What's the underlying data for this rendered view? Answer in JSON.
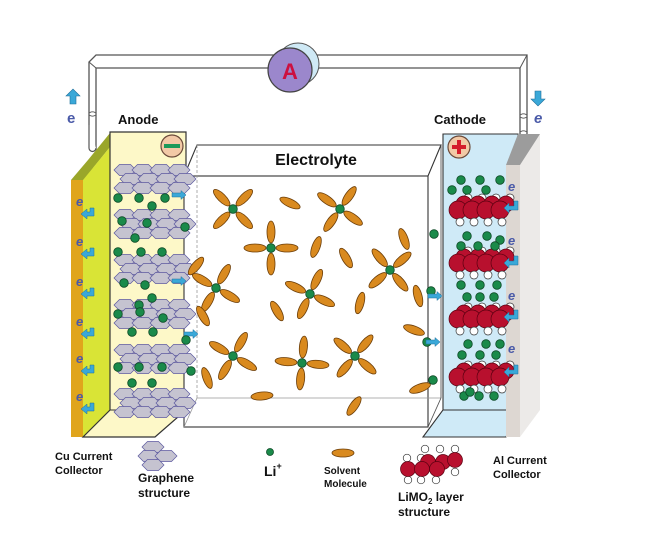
{
  "title": "Lithium-ion battery schematic",
  "labels": {
    "ammeter": "A",
    "anode": "Anode",
    "cathode": "Cathode",
    "electrolyte": "Electrolyte",
    "electron": "e",
    "anode_sign": "−",
    "cathode_sign": "+"
  },
  "legend": {
    "cu_collector": [
      "Cu Current",
      "Collector"
    ],
    "graphene": [
      "Graphene",
      "structure"
    ],
    "li_ion": "Li",
    "li_ion_sup": "+",
    "solvent": [
      "Solvent",
      "Molecule"
    ],
    "limo2": [
      "LiMO",
      "2",
      " layer",
      "structure"
    ],
    "al_collector": [
      "Al Current",
      "Collector"
    ]
  },
  "colors": {
    "cu_front": "#e0a51c",
    "cu_top": "#9aa62a",
    "cu_side": "#d9e436",
    "anode_fill": "#fdf8c8",
    "cathode_fill": "#cfeaf7",
    "al_front": "#ddd7d2",
    "al_top": "#9c9c9c",
    "li_ion": "#1a8a4a",
    "solvent": "#d98a1f",
    "graphene": "#c5c3d0",
    "graphene_stroke": "#5d5aa0",
    "metal_oxide": "#b8102e",
    "arrow": "#3aa8d8",
    "ammeter_face": "#9b87cc",
    "ammeter_back": "#cfe9f5",
    "ammeter_letter": "#cc1040",
    "electron_text": "#4a5aa8",
    "minus_badge": "#f2c9a6",
    "minus_bar": "#1a9a5a",
    "plus_cross": "#d41c2c"
  }
}
